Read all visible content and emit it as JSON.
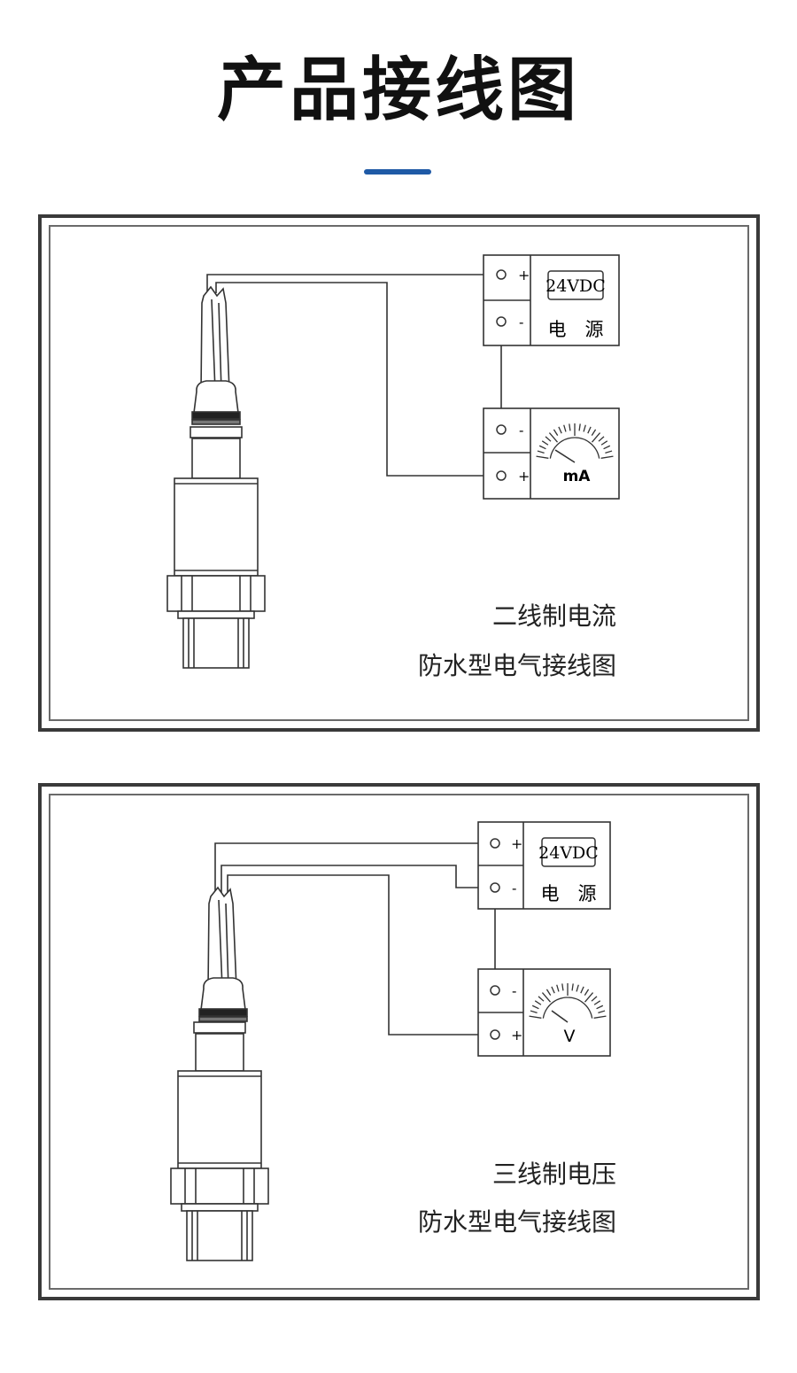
{
  "page_title": "产品接线图",
  "colors": {
    "accent": "#1f5aa6",
    "frame": "#3a3a3a",
    "line": "#333333"
  },
  "diagrams": [
    {
      "caption_line1": "二线制电流",
      "caption_line2": "防水型电气接线图",
      "power_label": "24VDC",
      "power_name": "电　源",
      "meter_unit": "mA",
      "plus": "+",
      "minus": "-"
    },
    {
      "caption_line1": "三线制电压",
      "caption_line2": "防水型电气接线图",
      "power_label": "24VDC",
      "power_name": "电　源",
      "meter_unit": "V",
      "plus": "+",
      "minus": "-"
    }
  ]
}
